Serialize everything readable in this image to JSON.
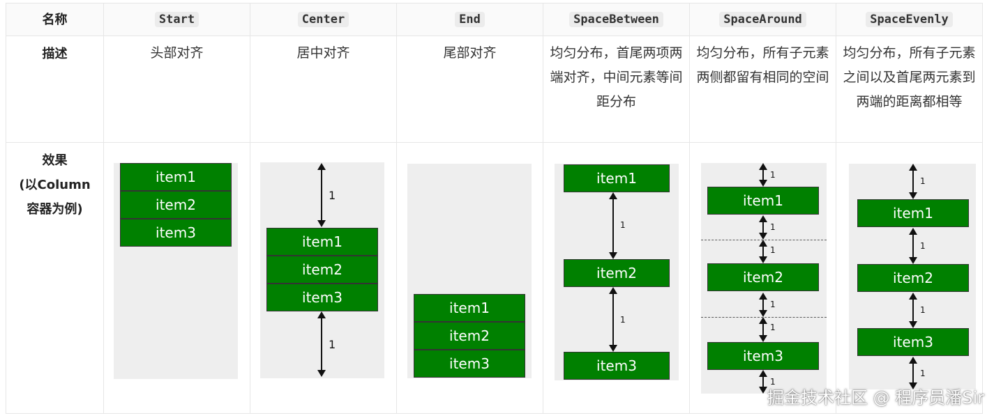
{
  "header": {
    "name_label": "名称",
    "columns": [
      "Start",
      "Center",
      "End",
      "SpaceBetween",
      "SpaceAround",
      "SpaceEvenly"
    ]
  },
  "rows": {
    "desc_label": "描述",
    "effect_label_lines": [
      "效果",
      "(以Column",
      "容器为例)"
    ]
  },
  "descriptions": [
    "头部对齐",
    "居中对齐",
    "尾部对齐",
    "均匀分布，首尾两项两端对齐，中间元素等间距分布",
    "均匀分布，所有子元素两侧都留有相同的空间",
    "均匀分布，所有子元素之间以及首尾两元素到两端的距离都相等"
  ],
  "item_labels": [
    "item1",
    "item2",
    "item3"
  ],
  "gap_label": "1",
  "colors": {
    "item_fill": "#008000",
    "container_bg": "#eeeeee"
  },
  "watermark": "掘金技术社区 @ 程序员潘Sir"
}
